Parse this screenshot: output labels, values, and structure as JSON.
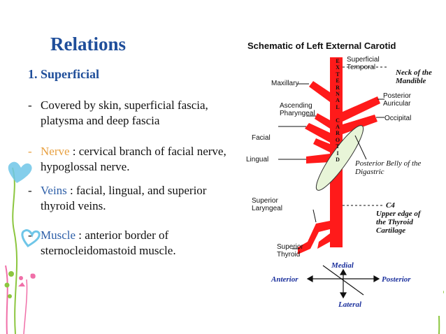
{
  "slide": {
    "title": "Relations",
    "subheading": "1. Superficial",
    "bullets": [
      {
        "dash": "-",
        "text": "Covered by skin, superficial fascia, platysma and deep fascia"
      },
      {
        "dash": "-",
        "highlight": "Nerve",
        "text": " : cervical branch of facial nerve, hypoglossal nerve."
      },
      {
        "dash": "-",
        "highlight": "Veins",
        "text": " : facial, lingual, and superior thyroid veins."
      },
      {
        "dash": "-",
        "highlight": "Muscle",
        "text": " : anterior border of sternocleidomastoid muscle."
      }
    ]
  },
  "diagram": {
    "title": "Schematic of Left External Carotid",
    "vertical_label": [
      "E",
      "X",
      "T",
      "E",
      "R",
      "N",
      "A",
      "L",
      "",
      "C",
      "A",
      "R",
      "O",
      "T",
      "I",
      "D"
    ],
    "labels": {
      "superficial_temporal": "Superficial Temporal",
      "maxillary": "Maxillary",
      "ascending_pharyngeal": "Ascending Pharyngeal",
      "facial": "Facial",
      "lingual": "Lingual",
      "superior_laryngeal": "Superior Laryngeal",
      "superior_thyroid": "Superior Thyroid",
      "posterior_auricular": "Posterior Auricular",
      "occipital": "Occipital",
      "neck_of_mandible": "Neck of the Mandible",
      "posterior_belly": "Posterior Belly of the Digastric",
      "c4": "C4",
      "upper_edge": "Upper edge of the Thyroid Cartilage",
      "medial": "Medial",
      "anterior": "Anterior",
      "posterior": "Posterior",
      "lateral": "Lateral"
    },
    "colors": {
      "artery": "#ff1a1a",
      "muscle": "#e8f5d8",
      "direction": "#1a2f9c",
      "highlight": "#2e5fa8",
      "nerve_highlight": "#e8a040",
      "title": "#1f4e9a"
    }
  }
}
